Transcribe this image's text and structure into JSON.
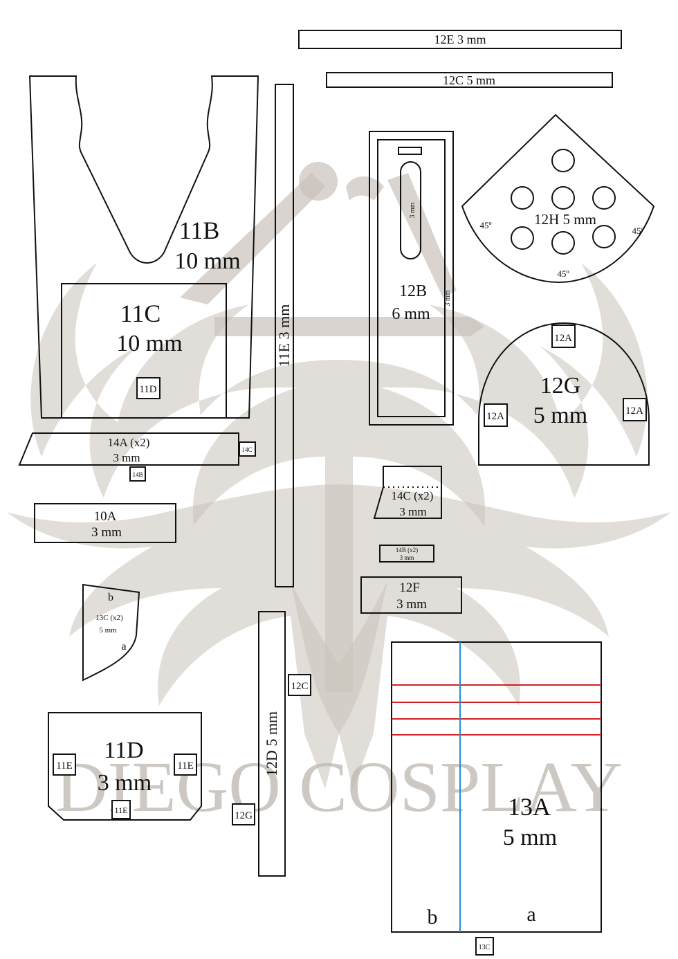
{
  "watermark": {
    "text": "DIEGO COSPLAY",
    "color": "#bdb6ae"
  },
  "pieces": {
    "p12E": {
      "label": "12E 3 mm"
    },
    "p12C": {
      "label": "12C 5 mm"
    },
    "p11B": {
      "name": "11B",
      "thickness": "10 mm"
    },
    "p11C": {
      "name": "11C",
      "thickness": "10 mm"
    },
    "p11E_long": {
      "label": "11E 3 mm"
    },
    "p12B": {
      "name": "12B",
      "thickness": "6 mm",
      "slot_note": "3 mm",
      "edge_note": "3 mm"
    },
    "p12H": {
      "label": "12H 5 mm",
      "angle_left": "45º",
      "angle_right": "45º",
      "angle_bottom": "45º"
    },
    "p12G": {
      "name": "12G",
      "thickness": "5 mm"
    },
    "p14A": {
      "name": "14A (x2)",
      "thickness": "3 mm"
    },
    "p14C": {
      "name": "14C (x2)",
      "thickness": "3 mm"
    },
    "p10A": {
      "name": "10A",
      "thickness": "3 mm"
    },
    "p14B_small": {
      "name": "14B (x2)",
      "thickness": "3 mm"
    },
    "p12F": {
      "name": "12F",
      "thickness": "3 mm"
    },
    "p13C": {
      "side_b": "b",
      "name": "13C (x2)",
      "thickness": "5 mm",
      "side_a": "a"
    },
    "p12D": {
      "label": "12D 5 mm"
    },
    "p11D": {
      "name": "11D",
      "thickness": "3 mm"
    },
    "p13A": {
      "name": "13A",
      "thickness": "5 mm",
      "side_b": "b",
      "side_a": "a"
    }
  },
  "tags": {
    "t11D": "11D",
    "t14C": "14C",
    "t14B": "14B",
    "t12A_top": "12A",
    "t12A_left": "12A",
    "t12A_right": "12A",
    "t12C": "12C",
    "t12G": "12G",
    "t11E_left": "11E",
    "t11E_right": "11E",
    "t11E_bottom": "11E",
    "t13C": "13C"
  },
  "colors": {
    "outline": "#111111",
    "guide_red": "#d42020",
    "guide_blue": "#1f8fd0"
  }
}
